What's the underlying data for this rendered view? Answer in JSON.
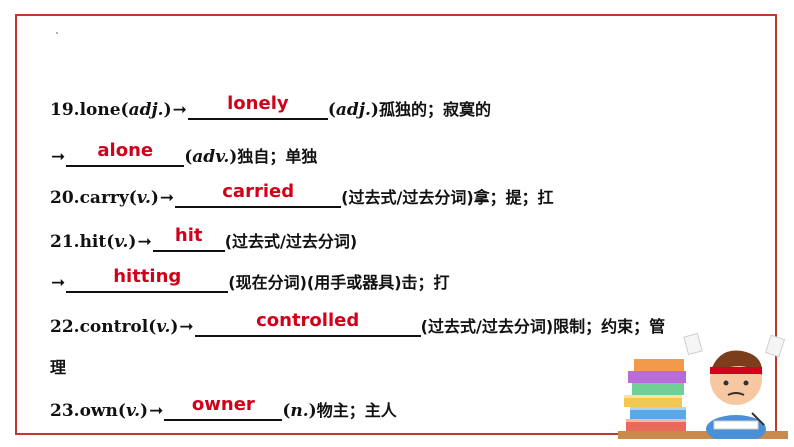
{
  "lines": [
    {
      "prefix": "19.lone(",
      "pos1": "adj.",
      "close1": ")",
      "arrow": "➞",
      "answer": "lonely",
      "after_open": "(",
      "pos2": "adj.",
      "after_close": ")",
      "meaning": "孤独的；寂寞的"
    },
    {
      "arrow": "➞",
      "answer": "alone",
      "after_open": "(",
      "pos2": "adv.",
      "after_close": ")",
      "meaning": "独自；单独"
    },
    {
      "prefix": "20.carry(",
      "pos1": "v.",
      "close1": ")",
      "arrow": "➞",
      "answer": "carried",
      "after_text": "(过去式/过去分词)拿；提；扛"
    },
    {
      "prefix": "21.hit(",
      "pos1": "v.",
      "close1": ")",
      "arrow": "➞",
      "answer": "hit",
      "after_text": "(过去式/过去分词)"
    },
    {
      "arrow": "➞",
      "answer": "hitting",
      "after_text": "(现在分词)(用手或器具)击；打"
    },
    {
      "prefix": "22.control(",
      "pos1": "v.",
      "close1": ")",
      "arrow": "➞",
      "answer": "controlled",
      "after_text": "(过去式/过去分词)限制；约束；管"
    },
    {
      "after_text": "理"
    },
    {
      "prefix": "23.own(",
      "pos1": "v.",
      "close1": ")",
      "arrow": "➞",
      "answer": "owner",
      "after_open": "(",
      "pos2": "n.",
      "after_close": ")",
      "meaning": "物主；主人"
    }
  ],
  "colors": {
    "frame": "#c0392b",
    "answer": "#d0021b",
    "text": "#111111"
  },
  "illustration": "student-studying-with-books-illustration"
}
